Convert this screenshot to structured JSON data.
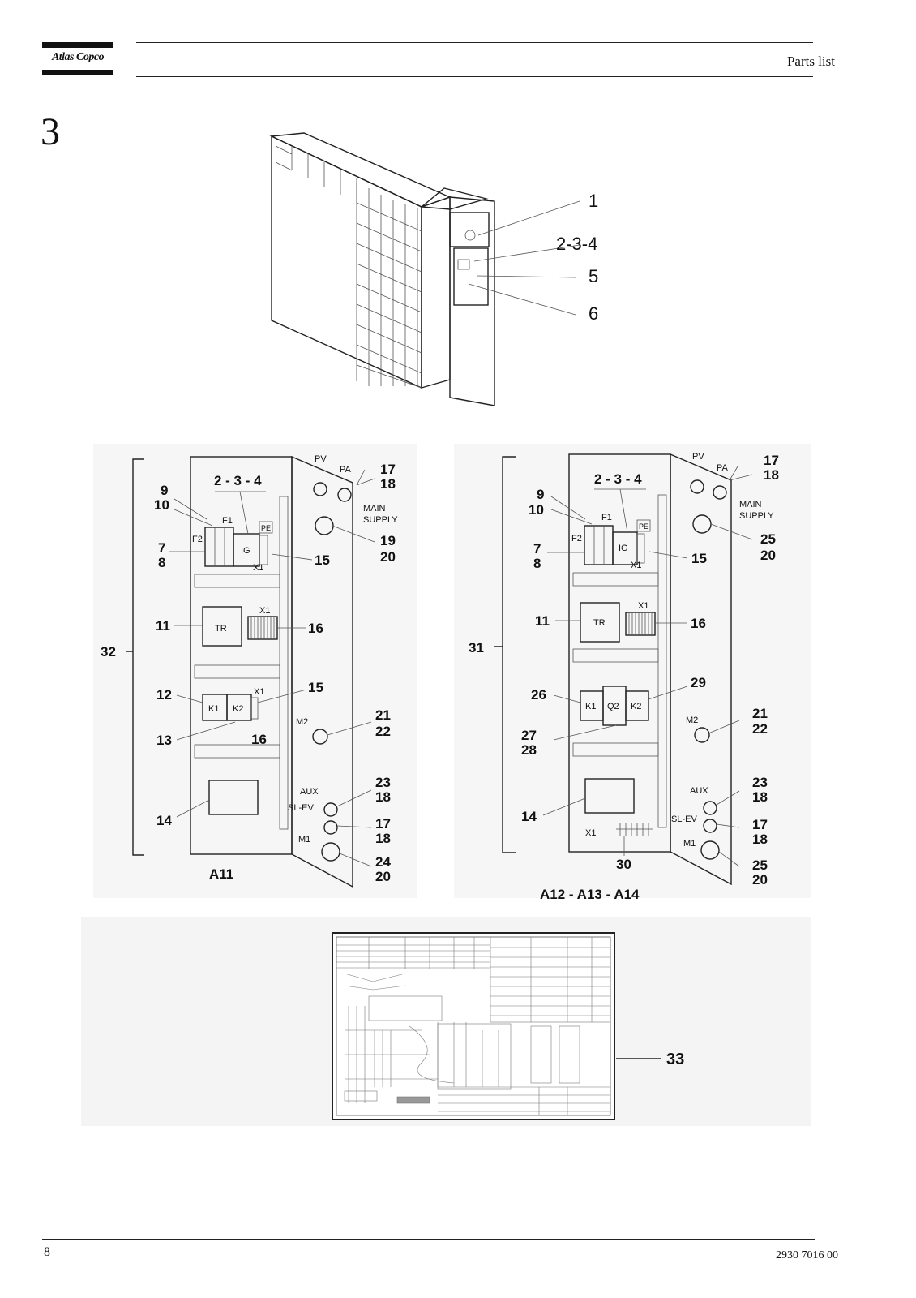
{
  "header": {
    "brand": "Atlas Copco",
    "section_title": "Parts list"
  },
  "section_number": "3",
  "figure_top": {
    "callouts": [
      "1",
      "2-3-4",
      "5",
      "6"
    ]
  },
  "panel_a11": {
    "label": "A11",
    "group_callout": "32",
    "callouts": [
      "9",
      "10",
      "7",
      "8",
      "2 - 3 - 4",
      "15",
      "11",
      "16",
      "12",
      "13",
      "15",
      "16",
      "14",
      "17",
      "18",
      "19",
      "20",
      "21",
      "22",
      "23",
      "18",
      "17",
      "18",
      "24",
      "20"
    ],
    "component_labels": [
      "F1",
      "F2",
      "IG",
      "PE",
      "X1",
      "TR",
      "X1",
      "K1",
      "K2",
      "X1",
      "PV",
      "PA",
      "MAIN",
      "SUPPLY",
      "M2",
      "AUX",
      "SL-EV",
      "M1"
    ]
  },
  "panel_a12": {
    "label": "A12 - A13 - A14",
    "group_callout": "31",
    "callouts": [
      "9",
      "10",
      "7",
      "8",
      "2 - 3 - 4",
      "15",
      "11",
      "16",
      "26",
      "29",
      "27",
      "28",
      "14",
      "30",
      "17",
      "18",
      "25",
      "20",
      "21",
      "22",
      "23",
      "18",
      "17",
      "18",
      "25",
      "20"
    ],
    "component_labels": [
      "F1",
      "F2",
      "IG",
      "PE",
      "X1",
      "TR",
      "X1",
      "K1",
      "Q2",
      "K2",
      "X1",
      "PV",
      "PA",
      "MAIN",
      "SUPPLY",
      "M2",
      "AUX",
      "SL-EV",
      "M1"
    ]
  },
  "figure_wiring": {
    "callout": "33"
  },
  "footer": {
    "page_number": "8",
    "document_number": "2930 7016 00"
  }
}
